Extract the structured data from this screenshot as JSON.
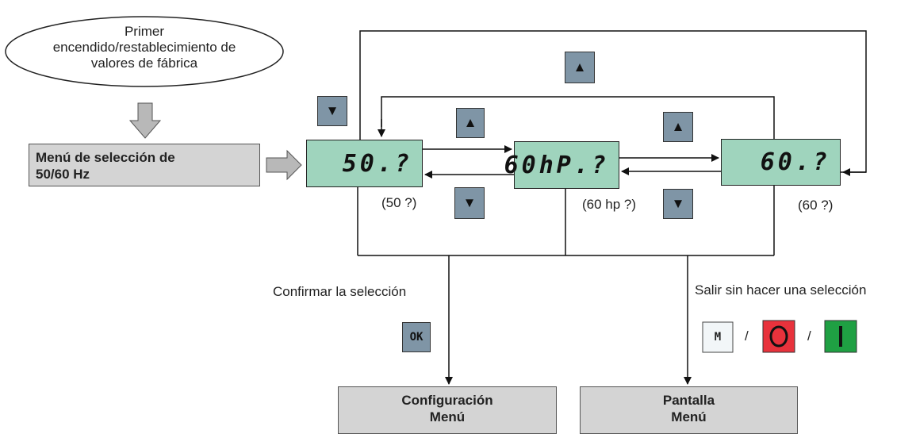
{
  "start": {
    "line1": "Primer",
    "line2": "encendido/restablecimiento de",
    "line3": "valores de fábrica"
  },
  "menu_box": {
    "line1": "Menú de selección de",
    "line2": "50/60 Hz"
  },
  "displays": [
    {
      "lcd": "50.?",
      "caption": "(50 ?)"
    },
    {
      "lcd": "60hP.?",
      "caption": "(60 hp ?)"
    },
    {
      "lcd": "60.?",
      "caption": "(60 ?)"
    }
  ],
  "labels": {
    "confirm": "Confirmar la selección",
    "exit": "Salir sin hacer una selección",
    "slash": "/"
  },
  "keys": {
    "up": "▲",
    "down": "▼",
    "ok": "OK",
    "m": "M"
  },
  "destinations": {
    "config_line1": "Configuración",
    "config_line2": "Menú",
    "display_line1": "Pantalla",
    "display_line2": "Menú"
  },
  "colors": {
    "lcd_green": "#9fd4bd",
    "key_grey": "#7f95a6",
    "box_grey": "#d4d4d4",
    "stop_red": "#e8323c",
    "run_green": "#1fa043"
  }
}
